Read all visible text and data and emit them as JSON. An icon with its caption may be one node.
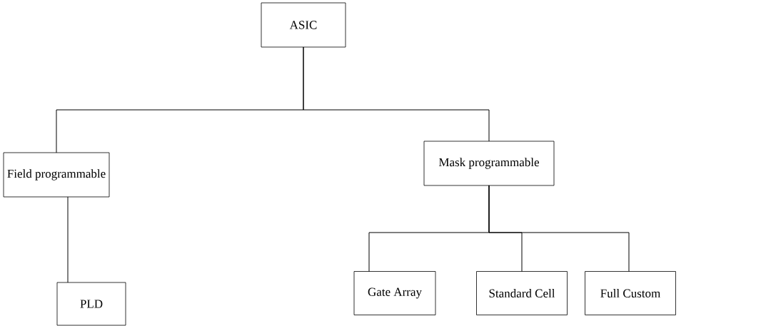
{
  "diagram": {
    "nodes": [
      {
        "text": [
          "ASIC"
        ]
      },
      {
        "text": [
          "Field programmable"
        ]
      },
      {
        "text": [
          "Mask programmable"
        ]
      },
      {
        "text": [
          "PLD"
        ]
      },
      {
        "text": [
          "Gate Array"
        ]
      },
      {
        "text": [
          "Standard Cell"
        ]
      },
      {
        "text": [
          "Full Custom"
        ]
      }
    ],
    "edges": [
      {
        "from": 0,
        "to": 1,
        "arrow": "none"
      },
      {
        "from": 0,
        "to": 2,
        "arrow": "none"
      },
      {
        "from": 1,
        "to": 3,
        "arrow": "none"
      },
      {
        "from": 2,
        "to": 4,
        "arrow": "none"
      },
      {
        "from": 2,
        "to": 5,
        "arrow": "none"
      },
      {
        "from": 2,
        "to": 6,
        "arrow": "none"
      }
    ]
  }
}
